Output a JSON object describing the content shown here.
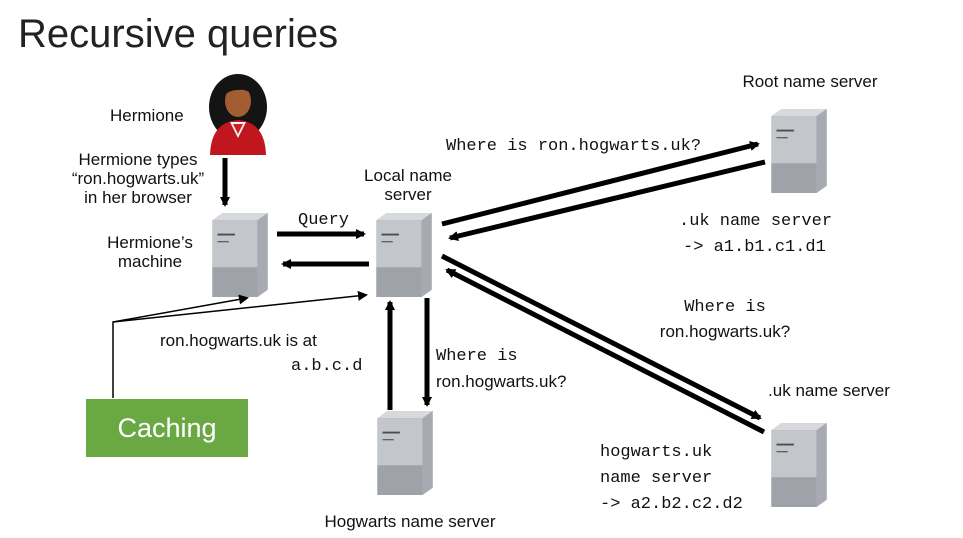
{
  "title": "Recursive queries",
  "labels": {
    "hermione": "Hermione",
    "types_line1": "Hermione types",
    "types_line2": "“ron.hogwarts.uk”",
    "types_line3": "in her browser",
    "machine_line1": "Hermione’s",
    "machine_line2": "machine",
    "local_line1": "Local name",
    "local_line2": "server",
    "query": "Query",
    "root_server": "Root name server",
    "root_where": "Where is ron.hogwarts.uk?",
    "root_reply_line1": ".uk name server",
    "root_reply_line2": "-> a1.b1.c1.d1",
    "uk_where_line1": "Where is",
    "uk_where_line2": "ron.hogwarts.uk?",
    "uk_server": ".uk name server",
    "uk_reply_line1": "hogwarts.uk",
    "uk_reply_line2": "name server",
    "uk_reply_line3": "-> a2.b2.c2.d2",
    "answer_line1": "ron.hogwarts.uk is at",
    "answer_line2": "a.b.c.d",
    "hog_where_line1": "Where is",
    "hog_where_line2": "ron.hogwarts.uk?",
    "hogwarts_server": "Hogwarts name server",
    "caching": "Caching"
  },
  "icons": {
    "person": "person-icon",
    "server": "server-icon"
  },
  "colors": {
    "caching_bg": "#6aa844",
    "caching_text": "#ffffff",
    "arrow": "#000000",
    "person_shirt": "#c0161e",
    "server_body": "#bfc2c7"
  }
}
